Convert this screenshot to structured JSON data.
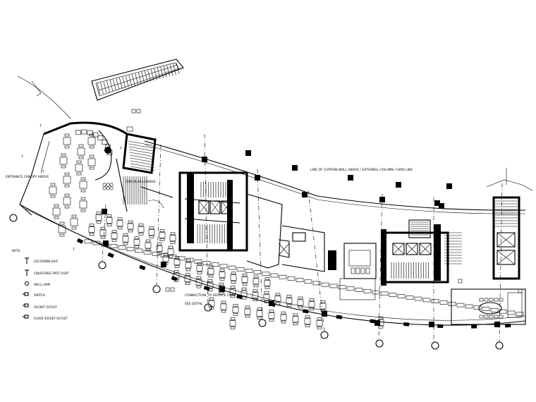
{
  "legend": {
    "title": "NOTE:",
    "items": [
      {
        "icon": "downlight-icon",
        "text": "LED DOWNLIGHT"
      },
      {
        "icon": "spotlight-icon",
        "text": "ADJUSTABLE SPOT LIGHT"
      },
      {
        "icon": "wall-lamp-icon",
        "text": "WALL LAMP"
      },
      {
        "icon": "switch-icon",
        "text": "SWITCH"
      },
      {
        "icon": "socket-icon",
        "text": "SOCKET OUTLET"
      },
      {
        "icon": "floor-socket-icon",
        "text": "FLOOR SOCKET OUTLET"
      }
    ]
  },
  "annotations": {
    "top_right": "LINE OF CURTAIN WALL ABOVE / EXTERNAL COLUMN / GRID LINE",
    "left_edge": "ENTRANCE CANOPY ABOVE",
    "center": "CONNECTION TO SERVICE CORE",
    "center_sub": "SEE DETAIL",
    "rotunda": "CIRCULAR LOUNGE",
    "left_small": "T"
  }
}
